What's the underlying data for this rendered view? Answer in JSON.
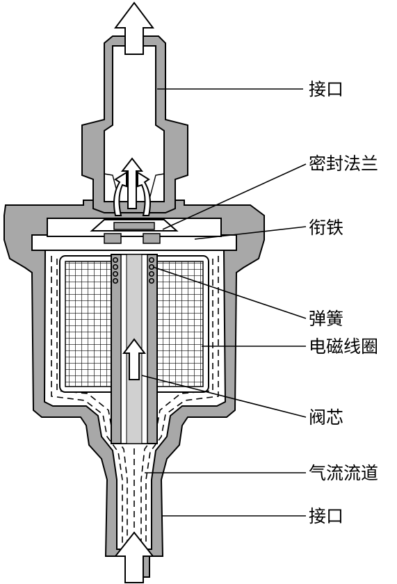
{
  "labels": {
    "inlet_top": "接口",
    "seal_flange": "密封法兰",
    "armature": "衔铁",
    "spring": "弹簧",
    "coil": "电磁线圈",
    "valve_core": "阀芯",
    "air_passage": "气流流道",
    "inlet_bottom": "接口"
  }
}
